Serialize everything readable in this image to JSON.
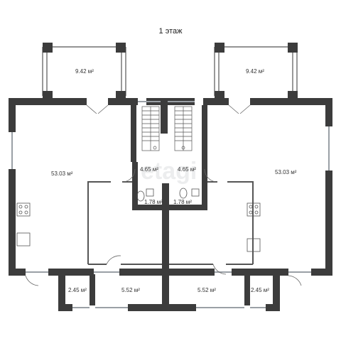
{
  "floor_title": "1 этаж",
  "rooms": [
    {
      "id": "left-terrace",
      "area": "9.42 м²"
    },
    {
      "id": "right-terrace",
      "area": "9.42 м²"
    },
    {
      "id": "left-living",
      "area": "53.03 м²"
    },
    {
      "id": "right-living",
      "area": "53.03 м²"
    },
    {
      "id": "left-hall",
      "area": "4.65 м²"
    },
    {
      "id": "right-hall",
      "area": "4.65 м²"
    },
    {
      "id": "left-wc",
      "area": "1.78 м²"
    },
    {
      "id": "right-wc",
      "area": "1.78 м²"
    },
    {
      "id": "left-utility",
      "area": "5.52 м²"
    },
    {
      "id": "right-utility",
      "area": "5.52 м²"
    },
    {
      "id": "left-vestibule",
      "area": "2.45 м²"
    },
    {
      "id": "right-vestibule",
      "area": "2.45 м²"
    }
  ],
  "watermark": "etagi",
  "colors": {
    "wall": "#3c3c3c",
    "line": "#555555",
    "glass": "#9aa0a6"
  }
}
